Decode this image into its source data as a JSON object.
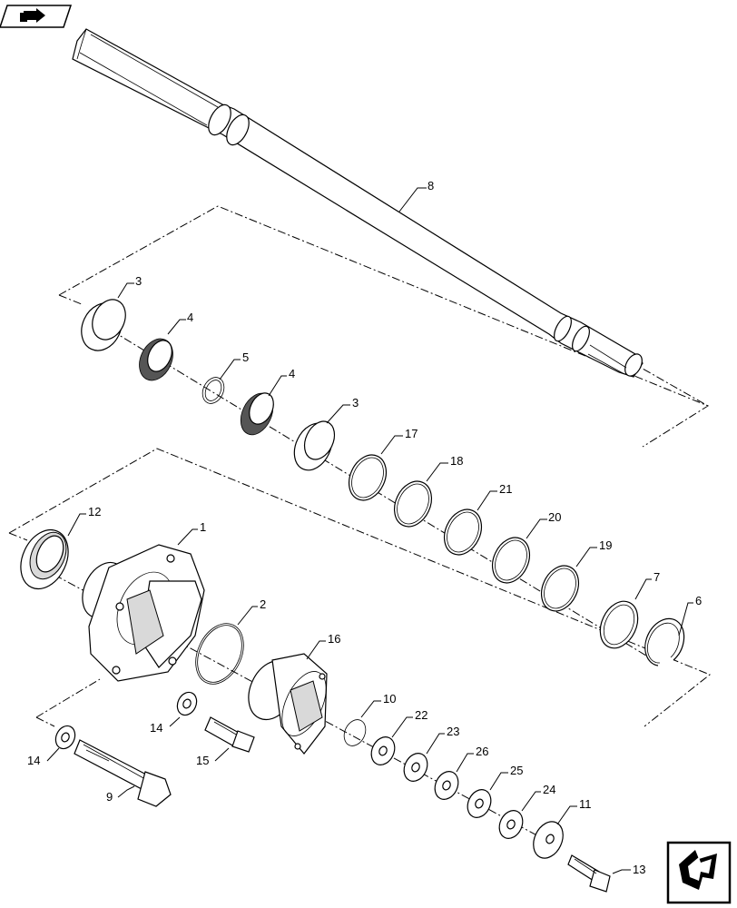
{
  "callouts": [
    {
      "id": "c8",
      "label": "8"
    },
    {
      "id": "c3a",
      "label": "3"
    },
    {
      "id": "c4a",
      "label": "4"
    },
    {
      "id": "c5",
      "label": "5"
    },
    {
      "id": "c4b",
      "label": "4"
    },
    {
      "id": "c3b",
      "label": "3"
    },
    {
      "id": "c17",
      "label": "17"
    },
    {
      "id": "c18",
      "label": "18"
    },
    {
      "id": "c21",
      "label": "21"
    },
    {
      "id": "c20",
      "label": "20"
    },
    {
      "id": "c19",
      "label": "19"
    },
    {
      "id": "c7",
      "label": "7"
    },
    {
      "id": "c6",
      "label": "6"
    },
    {
      "id": "c12",
      "label": "12"
    },
    {
      "id": "c1",
      "label": "1"
    },
    {
      "id": "c2",
      "label": "2"
    },
    {
      "id": "c16",
      "label": "16"
    },
    {
      "id": "c10",
      "label": "10"
    },
    {
      "id": "c22",
      "label": "22"
    },
    {
      "id": "c23",
      "label": "23"
    },
    {
      "id": "c26",
      "label": "26"
    },
    {
      "id": "c25",
      "label": "25"
    },
    {
      "id": "c24",
      "label": "24"
    },
    {
      "id": "c11",
      "label": "11"
    },
    {
      "id": "c13",
      "label": "13"
    },
    {
      "id": "c14a",
      "label": "14"
    },
    {
      "id": "c15",
      "label": "15"
    },
    {
      "id": "c14b",
      "label": "14"
    },
    {
      "id": "c9",
      "label": "9"
    }
  ],
  "icons": {
    "top_left": "book-arrow-icon",
    "bottom_right": "next-page-arrow-icon"
  }
}
